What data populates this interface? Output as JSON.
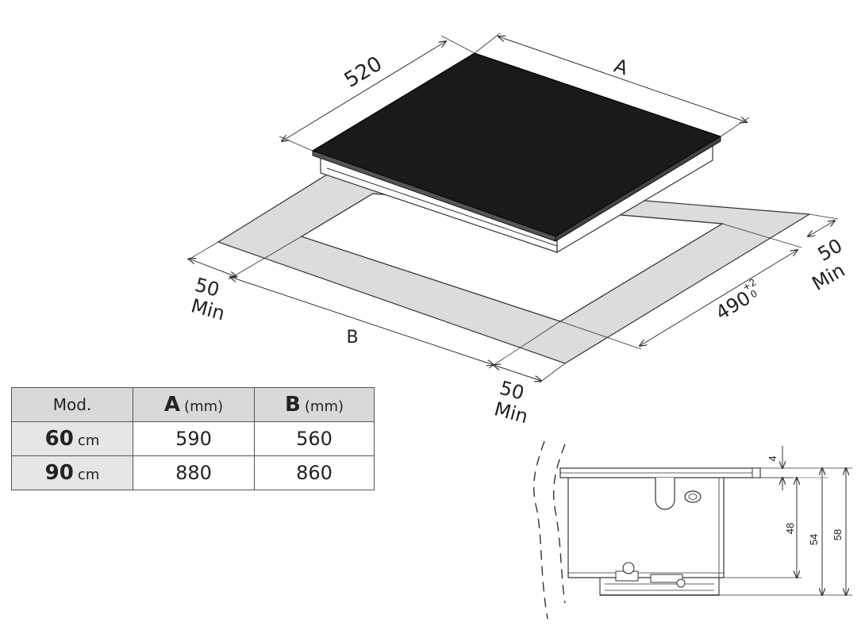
{
  "top_view": {
    "depth_dim": "520",
    "width_dim": "A",
    "cutout_width_dim": "B",
    "cutout_depth_dim": "490",
    "tol_plus": "+2",
    "tol_minus": "0",
    "clearance_left_value": "50",
    "clearance_left_unit": "Min",
    "clearance_front_value": "50",
    "clearance_front_unit": "Min",
    "clearance_right_value": "50",
    "clearance_right_unit": "Min"
  },
  "section_view": {
    "dim_glass": "4",
    "dim_48": "48",
    "dim_54": "54",
    "dim_58": "58"
  },
  "table": {
    "header": {
      "model": "Mod.",
      "a_letter": "A",
      "a_unit": "(mm)",
      "b_letter": "B",
      "b_unit": "(mm)"
    },
    "rows": [
      {
        "size": "60",
        "unit": "cm",
        "a": "590",
        "b": "560"
      },
      {
        "size": "90",
        "unit": "cm",
        "a": "880",
        "b": "860"
      }
    ]
  },
  "colors": {
    "glass": "#1a1a1a",
    "cutout_band": "#dcdcdc",
    "line": "#333333"
  }
}
